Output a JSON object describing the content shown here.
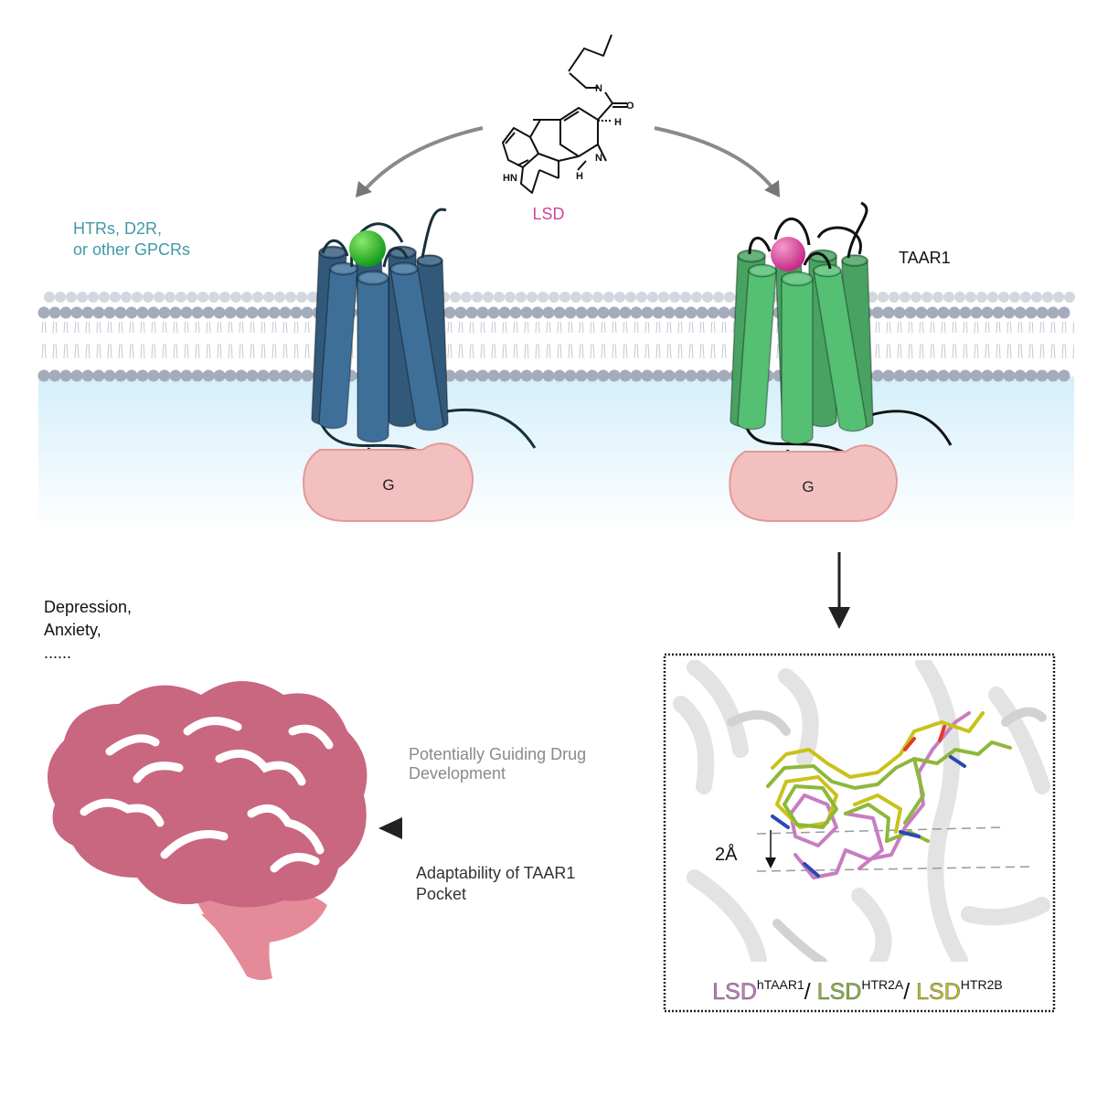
{
  "molecule": {
    "name": "LSD",
    "atom_labels": {
      "nitrogen_amide": "N",
      "oxygen": "O",
      "hydrogen_top": "H",
      "nitrogen_ring": "N",
      "hydrogen_bottom": "H",
      "indole_nh": "HN"
    }
  },
  "left_receptor": {
    "label_line1": "HTRs, D2R,",
    "label_line2": "or other GPCRs",
    "gprotein_label": "G"
  },
  "right_receptor": {
    "label": "TAAR1",
    "gprotein_label": "G"
  },
  "conditions": {
    "line1": "Depression,",
    "line2": "Anxiety,",
    "line3": "......"
  },
  "arrow_labels": {
    "top_line1": "Potentially Guiding Drug",
    "top_line2": "Development",
    "bottom_line1": "Adaptability of TAAR1",
    "bottom_line2": "Pocket"
  },
  "structure_panel": {
    "distance_label": "2Å",
    "legend": [
      {
        "base": "LSD",
        "sup": "hTAAR1",
        "sep": "/",
        "color": "#c77dc1"
      },
      {
        "base": "LSD",
        "sup": "HTR2A",
        "sep": "/",
        "color": "#8db83a"
      },
      {
        "base": "LSD",
        "sup": "HTR2B",
        "sep": "",
        "color": "#c9c21a"
      }
    ]
  },
  "colors": {
    "lsd_label": "#d1449a",
    "gpcr_label": "#3f9aa5",
    "left_receptor": "#3e6f99",
    "right_receptor": "#55bf73",
    "ligand_left": "#22a42a",
    "ligand_right": "#d53a93",
    "g_protein": "#f3c0c0",
    "brain": "#c96680",
    "brain_stem": "#e58a98"
  }
}
